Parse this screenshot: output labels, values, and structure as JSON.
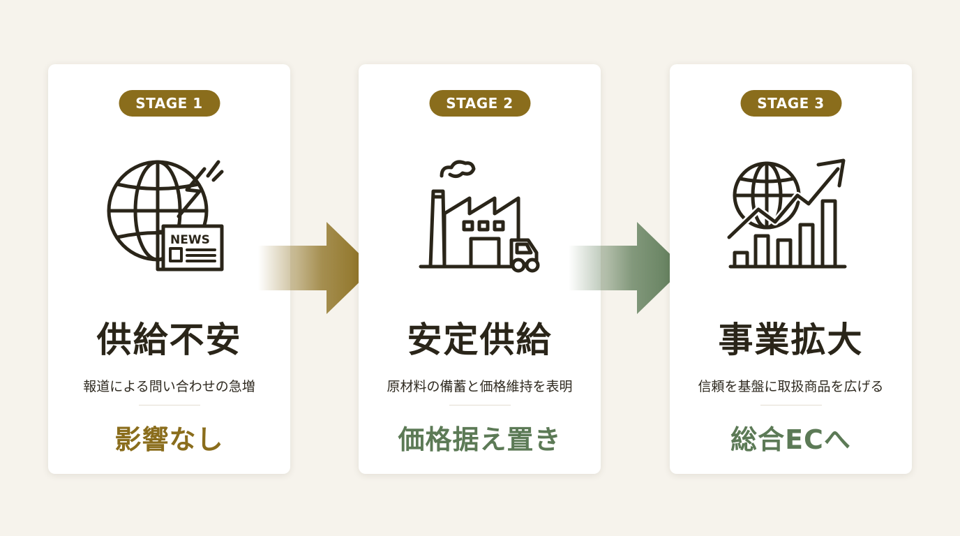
{
  "stages": [
    {
      "badge": "STAGE 1",
      "icon": "globe-news-icon",
      "title": "供給不安",
      "subtitle": "報道による問い合わせの急増",
      "result": "影響なし",
      "accent": "#8a6d1c"
    },
    {
      "badge": "STAGE 2",
      "icon": "factory-truck-icon",
      "title": "安定供給",
      "subtitle": "原材料の備蓄と価格維持を表明",
      "result": "価格据え置き",
      "accent": "#5c7a56"
    },
    {
      "badge": "STAGE 3",
      "icon": "globe-growth-chart-icon",
      "title": "事業拡大",
      "subtitle": "信頼を基盤に取扱商品を広げる",
      "result": "総合ECへ",
      "accent": "#5c7a56"
    }
  ],
  "arrows": [
    {
      "icon": "right-arrow-icon",
      "color": "#8a6d1c"
    },
    {
      "icon": "right-arrow-icon",
      "color": "#5c7a56"
    }
  ],
  "icon_news_label": "NEWS"
}
